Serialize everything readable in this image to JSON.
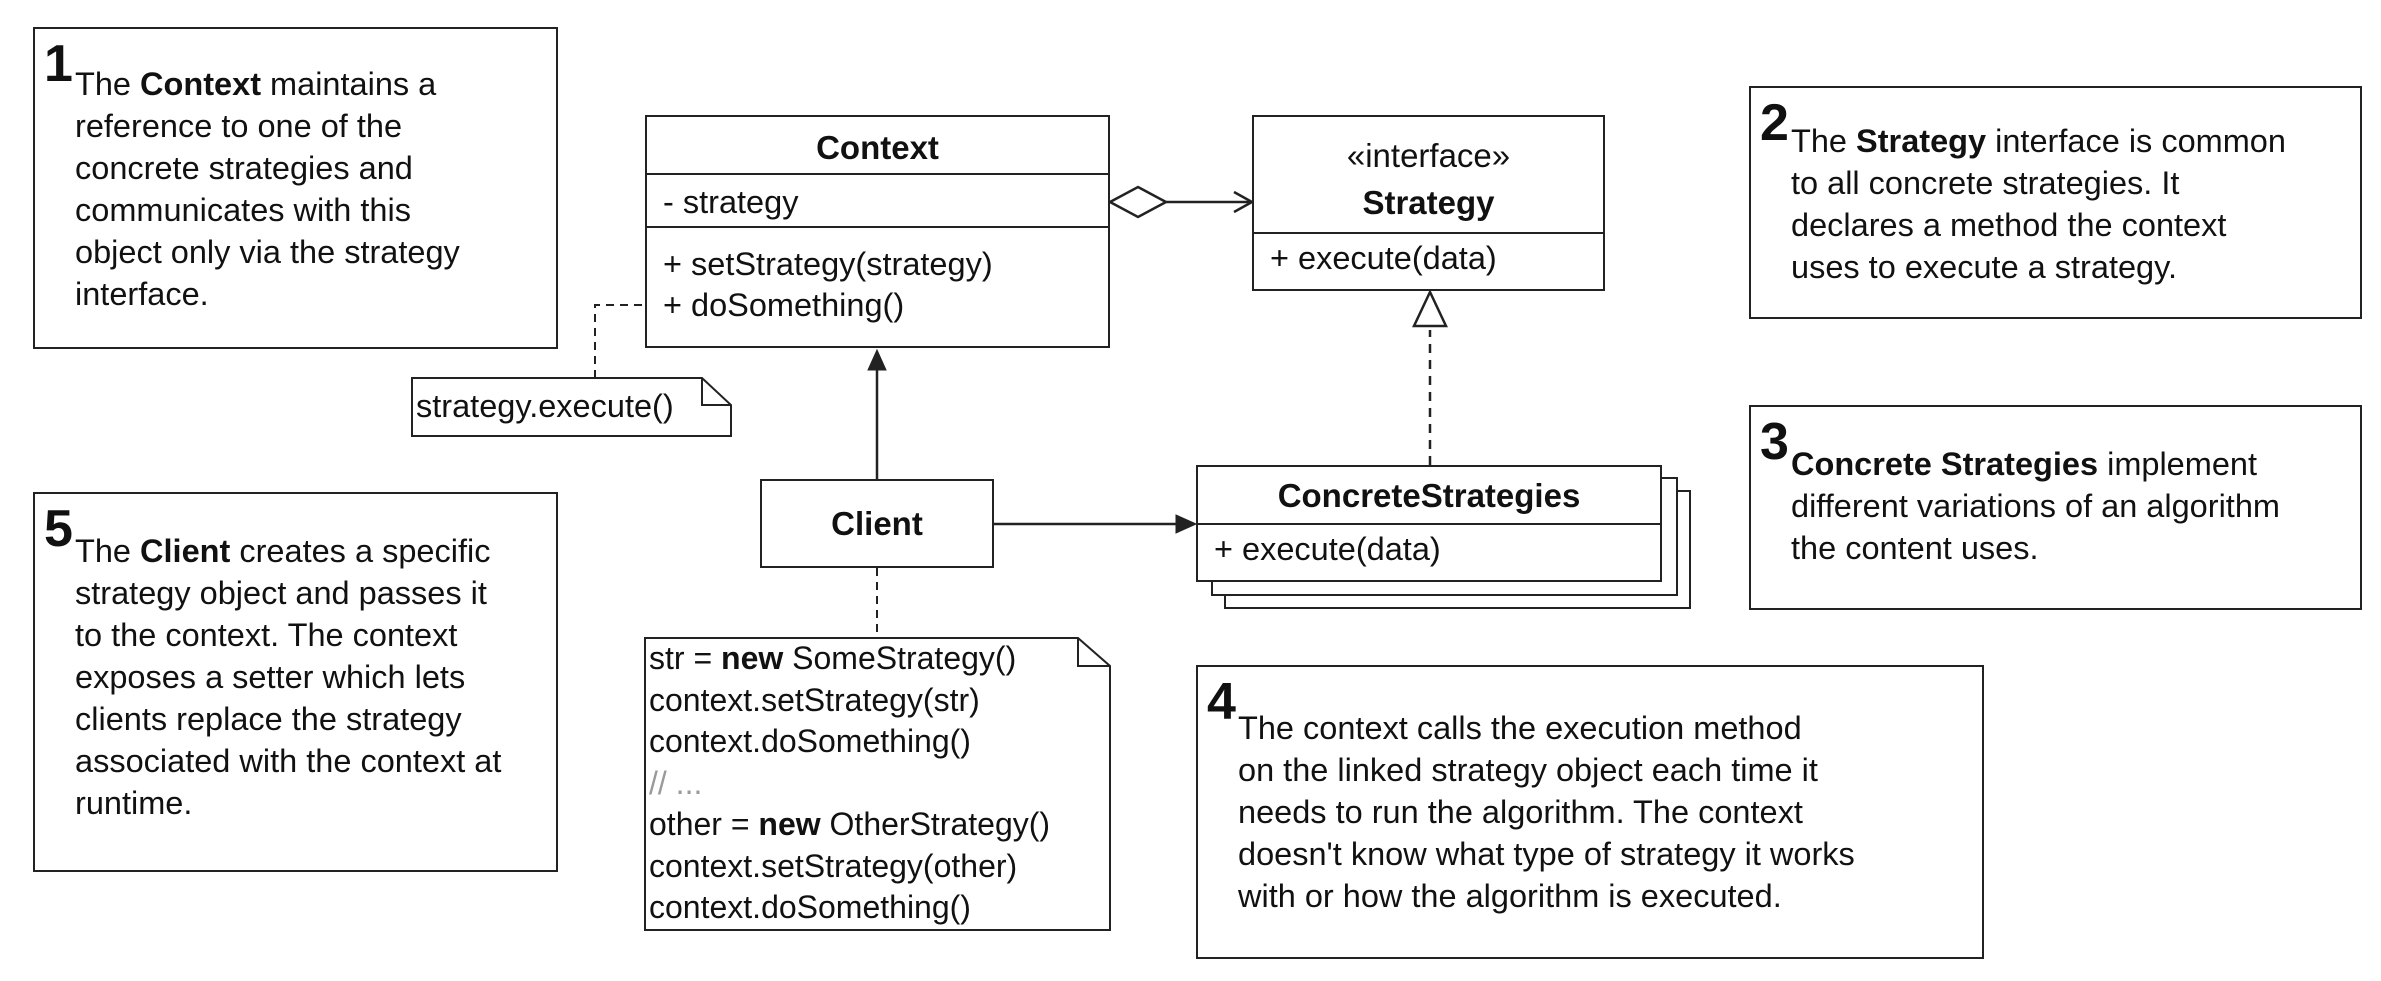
{
  "notes": {
    "n1": {
      "number": "1",
      "l1_pre": "The ",
      "l1_bold": "Context",
      "l1_post": " maintains a",
      "l2": "reference to one of the",
      "l3": "concrete strategies and",
      "l4": "communicates with this",
      "l5": "object only via the strategy",
      "l6": "interface."
    },
    "n2": {
      "number": "2",
      "l1_pre": "The ",
      "l1_bold": "Strategy",
      "l1_post": " interface is common",
      "l2": "to all concrete strategies. It",
      "l3": "declares a method the context",
      "l4": "uses to execute a strategy."
    },
    "n3": {
      "number": "3",
      "l1_bold": "Concrete Strategies",
      "l1_post": " implement",
      "l2": "different variations of an algorithm",
      "l3": "the content uses."
    },
    "n4": {
      "number": "4",
      "l1": "The context calls the execution method",
      "l2": "on the linked strategy object each time it",
      "l3": "needs to run the algorithm. The context",
      "l4": "doesn't know what type of strategy it works",
      "l5": "with or how the algorithm is executed."
    },
    "n5": {
      "number": "5",
      "l1_pre": "The ",
      "l1_bold": "Client",
      "l1_post": " creates a specific",
      "l2": "strategy object and passes it",
      "l3": "to the context. The context",
      "l4": "exposes a setter which lets",
      "l5": "clients replace the strategy",
      "l6": "associated with the context at",
      "l7": "runtime."
    }
  },
  "classes": {
    "context": {
      "name": "Context",
      "field": "- strategy",
      "method1": "+ setStrategy(strategy)",
      "method2": "+ doSomething()"
    },
    "strategy": {
      "stereotype": "«interface»",
      "name": "Strategy",
      "method1": "+ execute(data)"
    },
    "concrete": {
      "name": "ConcreteStrategies",
      "method1": "+ execute(data)"
    },
    "client": {
      "name": "Client"
    }
  },
  "code_notes": {
    "context_note": "strategy.execute()",
    "client_note": {
      "l1_pre": "str = ",
      "l1_kw": "new",
      "l1_post": " SomeStrategy()",
      "l2": "context.setStrategy(str)",
      "l3": "context.doSomething()",
      "l4": "// ...",
      "l5_pre": "other = ",
      "l5_kw": "new",
      "l5_post": " OtherStrategy()",
      "l6": "context.setStrategy(other)",
      "l7": "context.doSomething()"
    }
  }
}
